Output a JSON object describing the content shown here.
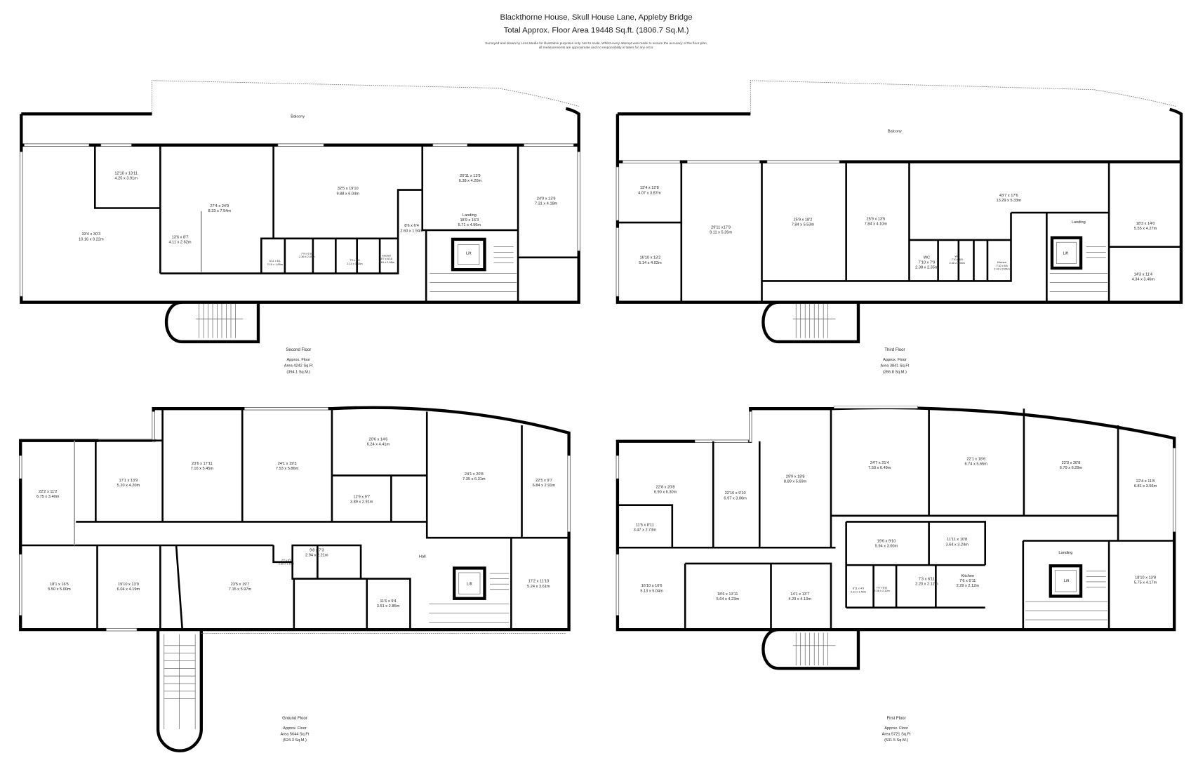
{
  "header": {
    "title": "Blackthorne House, Skull House Lane, Appleby Bridge",
    "subtitle": "Total Approx. Floor Area 19448 Sq.ft. (1806.7 Sq.M.)",
    "disclaimer_1": "Surveyed and drawn by Lens Media for illustrative purposes only. Not to scale. Whilst every attempt was made to ensure the accuracy of the floor plan,",
    "disclaimer_2": "all measurements are approximate and no responsibility is taken for any error."
  },
  "floors": {
    "second": {
      "name": "Second Floor",
      "area_1": "Approx. Floor",
      "area_2": "Area 4242 Sq.Ft",
      "area_3": "(394.1 Sq.M.)",
      "balcony": "Balcony",
      "lift": "Lift",
      "rooms": [
        {
          "imperial": "12'10 x 13'11",
          "metric": "4.25 x 3.91m"
        },
        {
          "imperial": "33'4 x 30'3",
          "metric": "10.16 x 9.22m"
        },
        {
          "imperial": "27'4 x 24'9",
          "metric": "8.33 x 7.54m"
        },
        {
          "imperial": "13'6 x 8'7",
          "metric": "4.11 x 2.62m"
        },
        {
          "imperial": "6'11 x 6'1",
          "metric": "2.10 x 1.85m"
        },
        {
          "imperial": "7'9 x 6'10",
          "metric": "2.36 x 2.09m"
        },
        {
          "imperial": "32'5 x 19'10",
          "metric": "9.88 x 6.04m"
        },
        {
          "imperial": "7'0 x 4'8",
          "metric": "2.14 x 1.43m"
        },
        {
          "name": "Kitchen",
          "imperial": "8'7 x 6'10",
          "metric": "2.61 x 2.08m"
        },
        {
          "imperial": "8'6 x 6'4",
          "metric": "2.60 x 1.94m"
        },
        {
          "imperial": "20'11 x 13'9",
          "metric": "6.38 x 4.20m"
        },
        {
          "name": "Landing",
          "imperial": "18'9 x 16'3",
          "metric": "5.71 x 4.96m"
        },
        {
          "imperial": "24'0 x 13'9",
          "metric": "7.31 x 4.18m"
        }
      ]
    },
    "third": {
      "name": "Third Floor",
      "area_1": "Approx. Floor",
      "area_2": "Area 3841 Sq.Ft",
      "area_3": "(356.8 Sq.M.)",
      "balcony": "Balcony",
      "lift": "Lift",
      "landing": "Landing",
      "rooms": [
        {
          "imperial": "13'4 x 12'8",
          "metric": "4.07 x 3.87m"
        },
        {
          "imperial": "16'10 x 13'2",
          "metric": "5.14 x 4.02m"
        },
        {
          "imperial": "29'11 x17'3",
          "metric": "9.11 x 5.26m"
        },
        {
          "imperial": "25'9 x 18'2",
          "metric": "7.84 x 5.53m"
        },
        {
          "imperial": "25'9 x 13'5",
          "metric": "7.84 x 4.10m"
        },
        {
          "imperial": "43'7 x 17'6",
          "metric": "13.29 x 5.33m"
        },
        {
          "name": "WC",
          "imperial": "7'10 x 7'9",
          "metric": "2.38 x 2.35m"
        },
        {
          "name": "WC",
          "imperial": "7'10 x 6'8",
          "metric": "2.40 x 1.90m"
        },
        {
          "name": "Kitchen",
          "imperial": "7'10 x 6'8",
          "metric": "2.40 x 2.04m"
        },
        {
          "imperial": "18'3 x 14'0",
          "metric": "5.55 x 4.27m"
        },
        {
          "imperial": "14'3 x 11'4",
          "metric": "4.34 x 3.46m"
        }
      ]
    },
    "ground": {
      "name": "Ground Floor",
      "area_1": "Approx. Floor",
      "area_2": "Area 5644 Sq.Ft",
      "area_3": "(524.3 Sq.M.)",
      "hall": "Hall",
      "lift": "Lift",
      "rooms": [
        {
          "imperial": "22'2 x 11'2",
          "metric": "6.75 x 3.40m"
        },
        {
          "imperial": "17'1 x 13'9",
          "metric": "5.20 x 4.20m"
        },
        {
          "imperial": "23'6 x 17'11",
          "metric": "7.16 x 5.45m"
        },
        {
          "imperial": "24'1 x 19'3",
          "metric": "7.53 x 5.86m"
        },
        {
          "imperial": "20'6 x 14'6",
          "metric": "6.24 x 4.41m"
        },
        {
          "imperial": "12'9 x 9'7",
          "metric": "3.89 x 2.91m"
        },
        {
          "imperial": "24'1 x 20'8",
          "metric": "7.35 x 6.31m"
        },
        {
          "imperial": "22'5 x 9'7",
          "metric": "6.84 x 2.91m"
        },
        {
          "imperial": "18'1 x 16'5",
          "metric": "5.50 x 5.00m"
        },
        {
          "imperial": "19'10 x 13'9",
          "metric": "6.04 x 4.19m"
        },
        {
          "imperial": "23'5 x 19'7",
          "metric": "7.15 x 5.97m"
        },
        {
          "imperial": "7'7 x 5'2",
          "metric": "2.30 x 1.57m"
        },
        {
          "imperial": "9'8 x 7'3",
          "metric": "2.94 x 2.21m"
        },
        {
          "imperial": "11'6 x 9'4",
          "metric": "3.51 x 2.85m"
        },
        {
          "imperial": "17'2 x 11'10",
          "metric": "5.24 x 3.61m"
        }
      ]
    },
    "first": {
      "name": "First Floor",
      "area_1": "Approx. Floor",
      "area_2": "Area 5721 Sq.Ft",
      "area_3": "(531.5 Sq.M.)",
      "lift": "Lift",
      "landing": "Landing",
      "rooms": [
        {
          "imperial": "22'8 x 20'8",
          "metric": "6.90 x 6.30m"
        },
        {
          "imperial": "11'5 x 8'11",
          "metric": "3.47 x 2.73m"
        },
        {
          "imperial": "22'10 x 9'10",
          "metric": "6.97 x 3.00m"
        },
        {
          "imperial": "29'9 x 18'8",
          "metric": "8.89 x 5.69m"
        },
        {
          "imperial": "24'7 x 21'4",
          "metric": "7.50 x 6.49m"
        },
        {
          "imperial": "22'1 x 18'6",
          "metric": "6.74 x 5.65m"
        },
        {
          "imperial": "22'3 x 20'8",
          "metric": "6.79 x 6.29m"
        },
        {
          "imperial": "22'4 x 11'8",
          "metric": "6.81 x 3.56m"
        },
        {
          "imperial": "19'6 x 9'10",
          "metric": "5.94 x 3.00m"
        },
        {
          "imperial": "11'11 x 10'8",
          "metric": "3.64 x 3.24m"
        },
        {
          "imperial": "16'10 x 16'6",
          "metric": "5.13 x 5.04m"
        },
        {
          "imperial": "18'6 x 13'11",
          "metric": "5.64 x 4.23m"
        },
        {
          "imperial": "14'1 x 13'7",
          "metric": "4.29 x 4.13m"
        },
        {
          "imperial": "6'11 x 4'9",
          "metric": "2.11 x 1.46m"
        },
        {
          "imperial": "7'9 x 6'11",
          "metric": "2.36 x 2.12m"
        },
        {
          "imperial": "7'3 x 6'11",
          "metric": "2.20 x 2.12m"
        },
        {
          "name": "Kitchen",
          "imperial": "7'6 x 6'11",
          "metric": "2.29 x 2.12m"
        },
        {
          "imperial": "18'10 x 13'8",
          "metric": "5.75 x 4.17m"
        }
      ]
    }
  }
}
